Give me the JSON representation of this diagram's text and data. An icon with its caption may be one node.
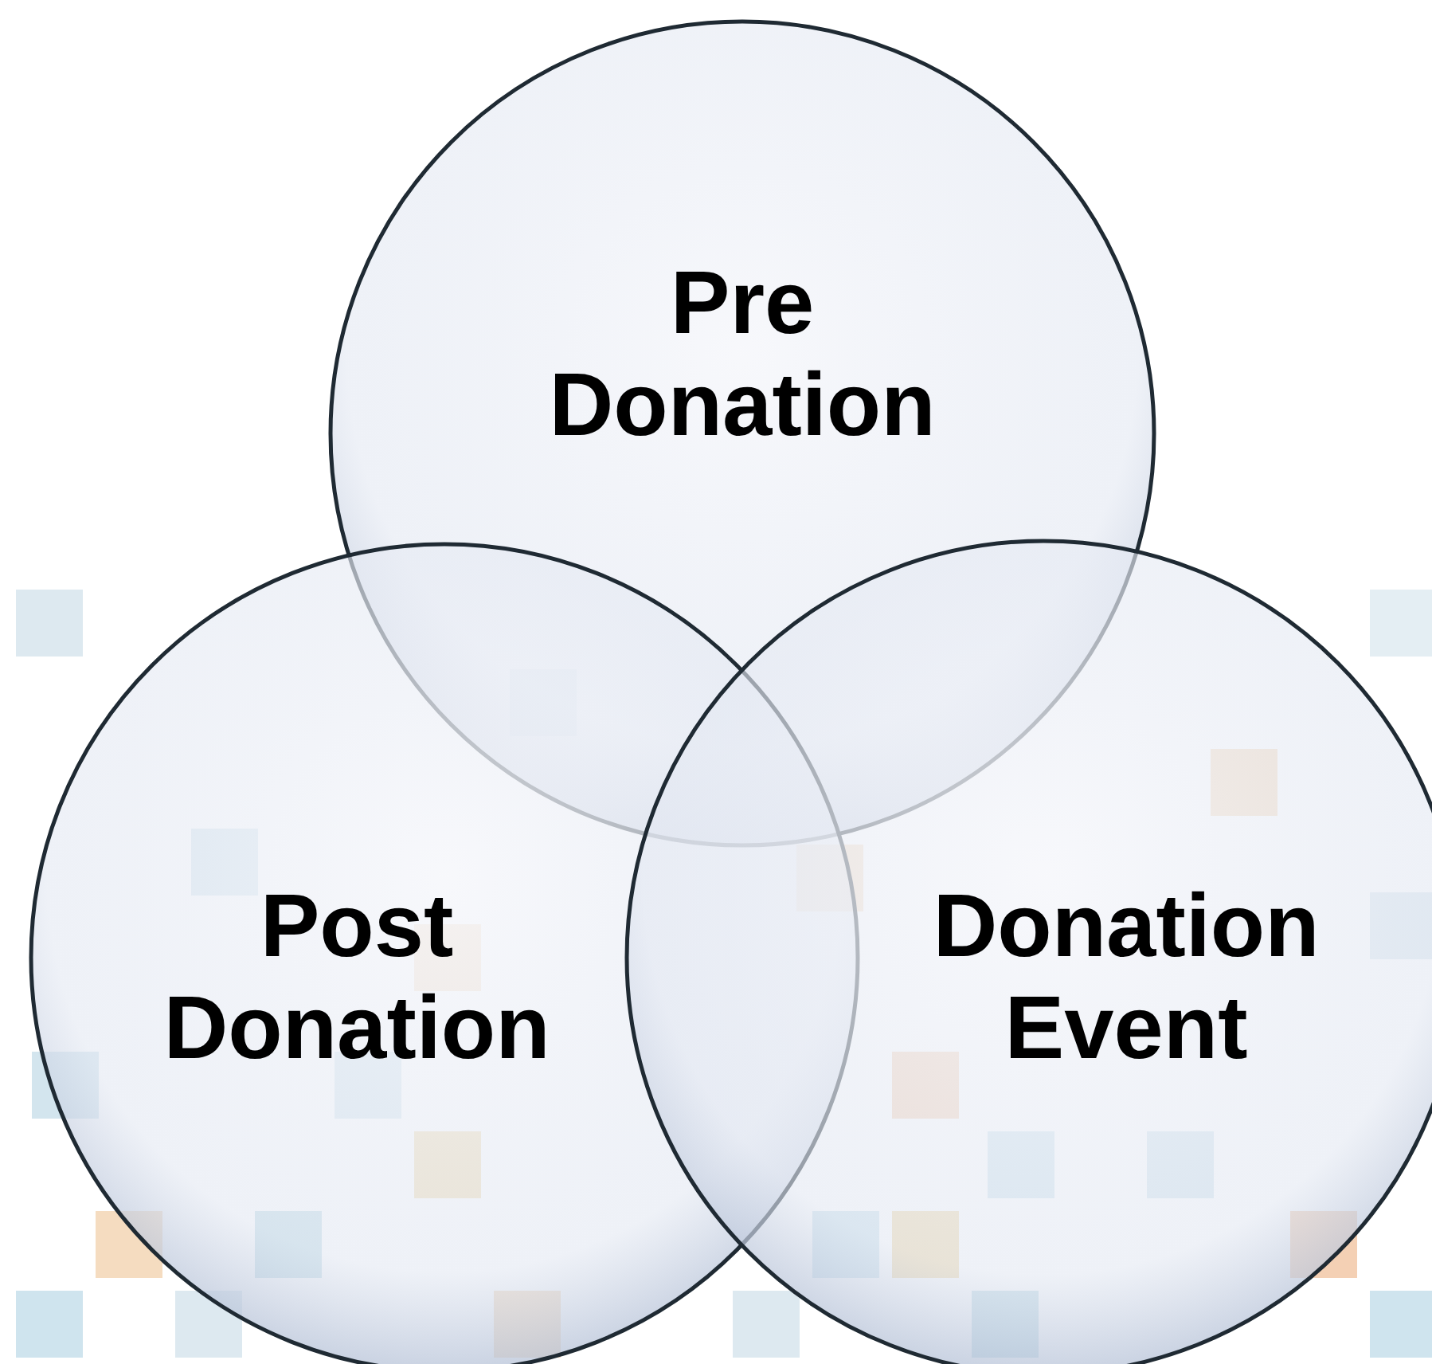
{
  "diagram": {
    "nodes": [
      {
        "text": [
          "Pre Donation"
        ]
      },
      {
        "text": [
          "Post Donation"
        ]
      },
      {
        "text": [
          "Donation Event"
        ]
      }
    ]
  }
}
